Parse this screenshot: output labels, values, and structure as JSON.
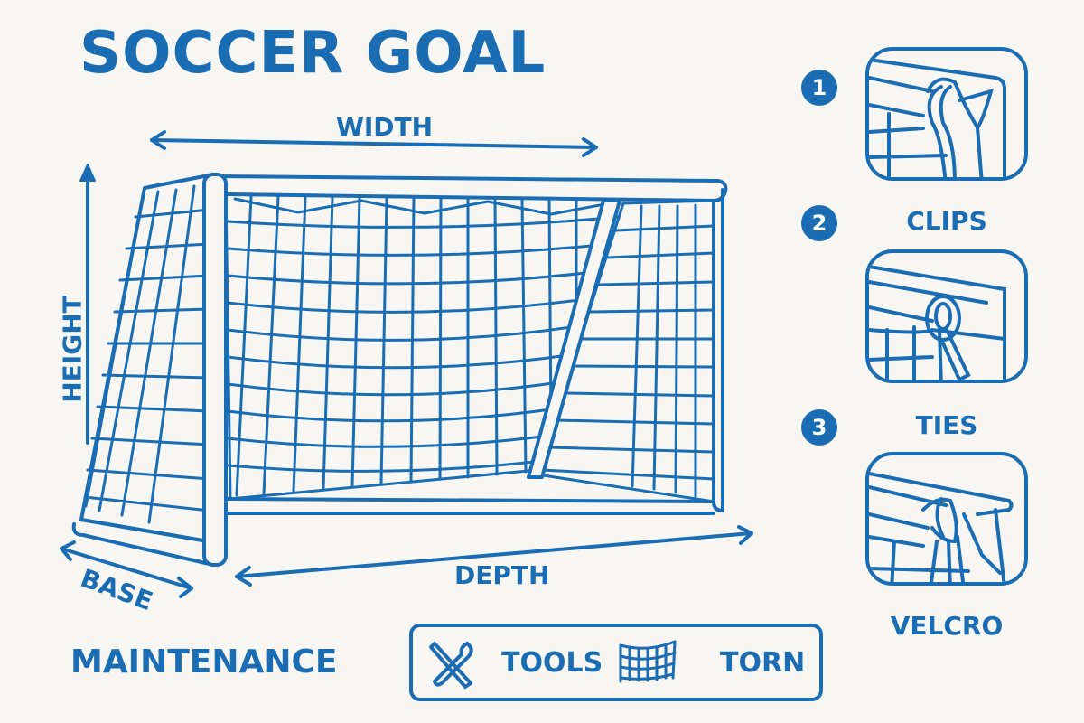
{
  "title": "SOCCER GOAL",
  "dimensions": {
    "width": "WIDTH",
    "height": "HEIGHT",
    "base": "BASE",
    "depth": "DEPTH"
  },
  "attachments": [
    {
      "number": "1",
      "label": "CLIPS",
      "icon": "clip-icon"
    },
    {
      "number": "2",
      "label": "TIES",
      "icon": "tie-icon"
    },
    {
      "number": "3",
      "label": "VELCRO",
      "icon": "velcro-icon"
    }
  ],
  "maintenance": {
    "heading": "MAINTENANCE",
    "items": [
      {
        "label": "TOOLS",
        "icon": "wrench-screwdriver-icon"
      },
      {
        "label": "TORN",
        "icon": "torn-net-icon"
      }
    ]
  },
  "colors": {
    "primary": "#1a6db3",
    "background": "#f7f6f3"
  }
}
